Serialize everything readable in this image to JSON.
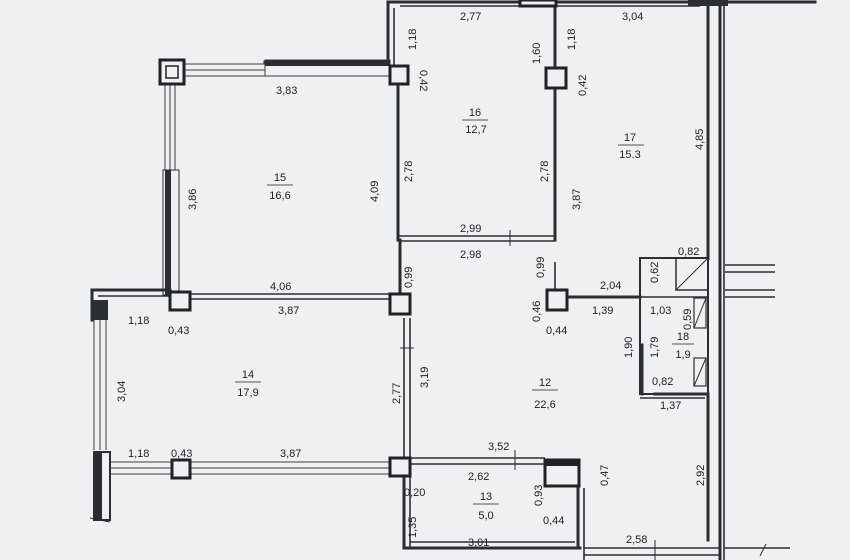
{
  "plan": {
    "rooms": [
      {
        "id": "r16",
        "number": "16",
        "area": "12,7"
      },
      {
        "id": "r17",
        "number": "17",
        "area": "15.3"
      },
      {
        "id": "r15",
        "number": "15",
        "area": "16,6"
      },
      {
        "id": "r14",
        "number": "14",
        "area": "17,9"
      },
      {
        "id": "r12",
        "number": "12",
        "area": "22,6"
      },
      {
        "id": "r13",
        "number": "13",
        "area": "5,0"
      },
      {
        "id": "r18",
        "number": "18",
        "area": "1,9"
      }
    ],
    "dimensions": [
      "2,77",
      "3,04",
      "1,18",
      "1,18",
      "1,60",
      "0,42",
      "0,42",
      "3,83",
      "2,78",
      "2,78",
      "4,09",
      "3,87",
      "4,85",
      "3,86",
      "2,99",
      "2,98",
      "0,99",
      "0,99",
      "0,82",
      "0,62",
      "2,04",
      "4,06",
      "0,46",
      "1,39",
      "1,03",
      "0,59",
      "1,18",
      "0,43",
      "3,87",
      "0,44",
      "1,90",
      "1,79",
      "3,04",
      "2,77",
      "3,19",
      "0,82",
      "1,37",
      "1,18",
      "0,43",
      "3,87",
      "3,52",
      "2,62",
      "0,47",
      "0,20",
      "0,93",
      "2,92",
      "1,35",
      "0,44",
      "3,01",
      "2,58"
    ]
  }
}
